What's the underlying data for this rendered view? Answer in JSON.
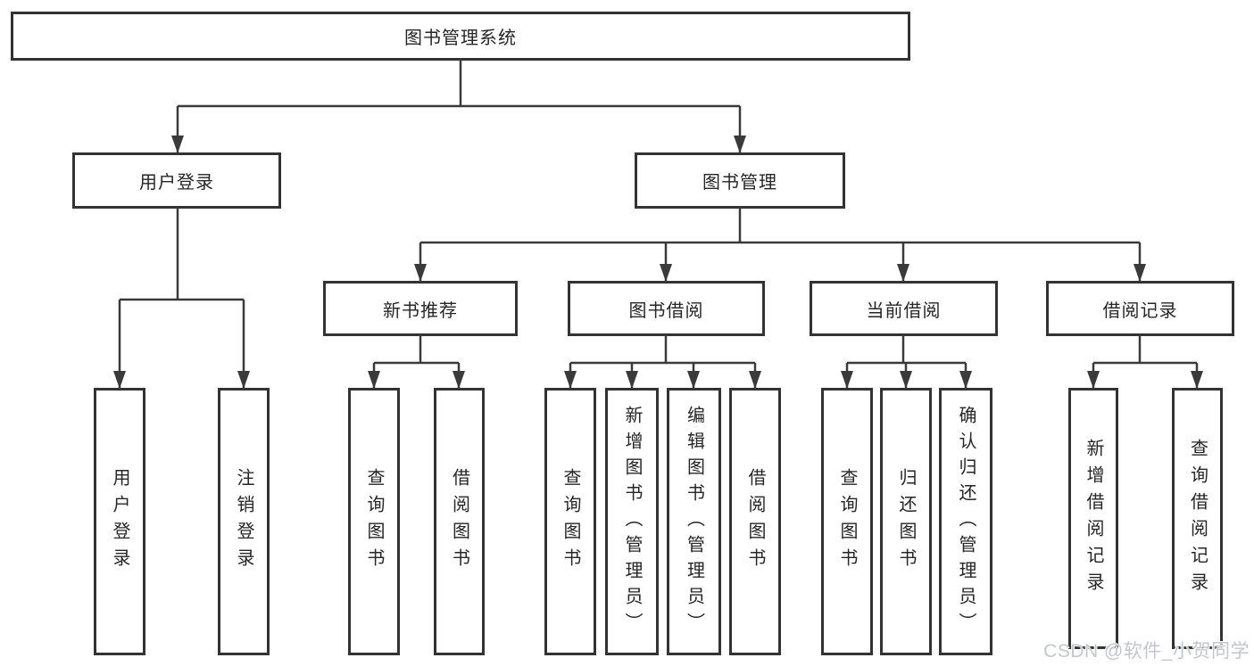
{
  "tree": {
    "label": "图书管理系统",
    "children": [
      {
        "label": "用户登录",
        "children": [
          {
            "label": "用户登录"
          },
          {
            "label": "注销登录"
          }
        ]
      },
      {
        "label": "图书管理",
        "children": [
          {
            "label": "新书推荐",
            "children": [
              {
                "label": "查询图书"
              },
              {
                "label": "借阅图书"
              }
            ]
          },
          {
            "label": "图书借阅",
            "children": [
              {
                "label": "查询图书"
              },
              {
                "label": "新增图书（管理员）"
              },
              {
                "label": "编辑图书（管理员）"
              },
              {
                "label": "借阅图书"
              }
            ]
          },
          {
            "label": "当前借阅",
            "children": [
              {
                "label": "查询图书"
              },
              {
                "label": "归还图书"
              },
              {
                "label": "确认归还（管理员）"
              }
            ]
          },
          {
            "label": "借阅记录",
            "children": [
              {
                "label": "新增借阅记录"
              },
              {
                "label": "查询借阅记录"
              }
            ]
          }
        ]
      }
    ]
  },
  "watermark": {
    "text": "CSDN @软件_小贺同学"
  },
  "colors": {
    "line": "#3a3a3a",
    "box_border": "#333333",
    "text": "#262626",
    "background": "#ffffff",
    "watermark_text": "#c3c6cb"
  }
}
